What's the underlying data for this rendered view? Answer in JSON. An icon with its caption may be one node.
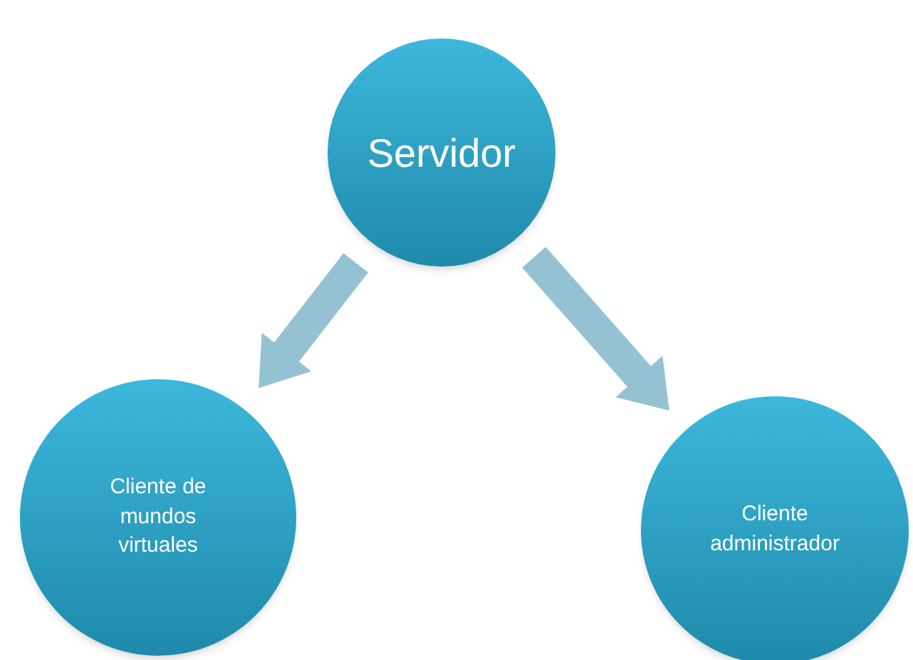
{
  "diagram": {
    "nodes": [
      {
        "text": [
          "Servidor"
        ]
      },
      {
        "text": [
          "Cliente de mundos virtuales"
        ]
      },
      {
        "text": [
          "Cliente administrador"
        ]
      }
    ],
    "edges": [
      {
        "from": 0,
        "to": 1,
        "arrow": "to"
      },
      {
        "from": 0,
        "to": 2,
        "arrow": "to"
      }
    ]
  }
}
